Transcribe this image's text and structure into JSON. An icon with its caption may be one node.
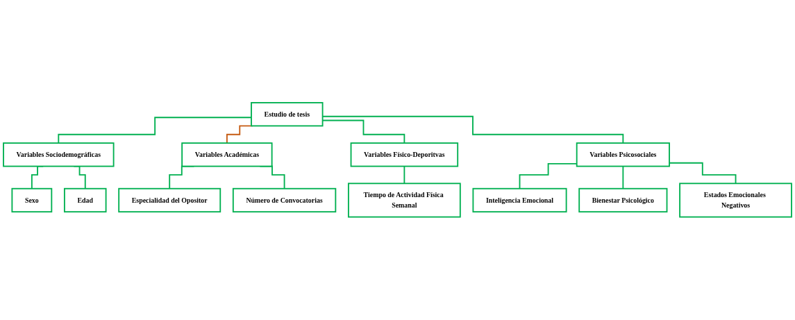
{
  "diagram": {
    "nodes": [
      {
        "text": [
          "Estudio de tesis"
        ]
      },
      {
        "text": [
          "Variables Sociodemográficas"
        ]
      },
      {
        "text": [
          "Variables Académicas"
        ]
      },
      {
        "text": [
          "Variables Físico-Deporitvas"
        ]
      },
      {
        "text": [
          "Variables Psicosociales"
        ]
      },
      {
        "text": [
          "Sexo"
        ]
      },
      {
        "text": [
          "Edad"
        ]
      },
      {
        "text": [
          "Especialidad del Opositor"
        ]
      },
      {
        "text": [
          "Número de Convocatorias"
        ]
      },
      {
        "text": [
          "Tiempo de Actividad Física Semanal"
        ]
      },
      {
        "text": [
          "Inteligencia Emocional"
        ]
      },
      {
        "text": [
          "Bienestar Psicológico"
        ]
      },
      {
        "text": [
          "Estados Emocionales Negativos"
        ]
      }
    ],
    "edges": [
      {
        "from": 0,
        "to": 1,
        "arrow": "none"
      },
      {
        "from": 0,
        "to": 2,
        "arrow": "none",
        "color": "#c55a11"
      },
      {
        "from": 0,
        "to": 3,
        "arrow": "none"
      },
      {
        "from": 0,
        "to": 4,
        "arrow": "none"
      },
      {
        "from": 1,
        "to": 5,
        "arrow": "none"
      },
      {
        "from": 1,
        "to": 6,
        "arrow": "none"
      },
      {
        "from": 2,
        "to": 7,
        "arrow": "none"
      },
      {
        "from": 2,
        "to": 8,
        "arrow": "none"
      },
      {
        "from": 3,
        "to": 9,
        "arrow": "none"
      },
      {
        "from": 4,
        "to": 10,
        "arrow": "none"
      },
      {
        "from": 4,
        "to": 11,
        "arrow": "none"
      },
      {
        "from": 4,
        "to": 12,
        "arrow": "none"
      }
    ]
  }
}
